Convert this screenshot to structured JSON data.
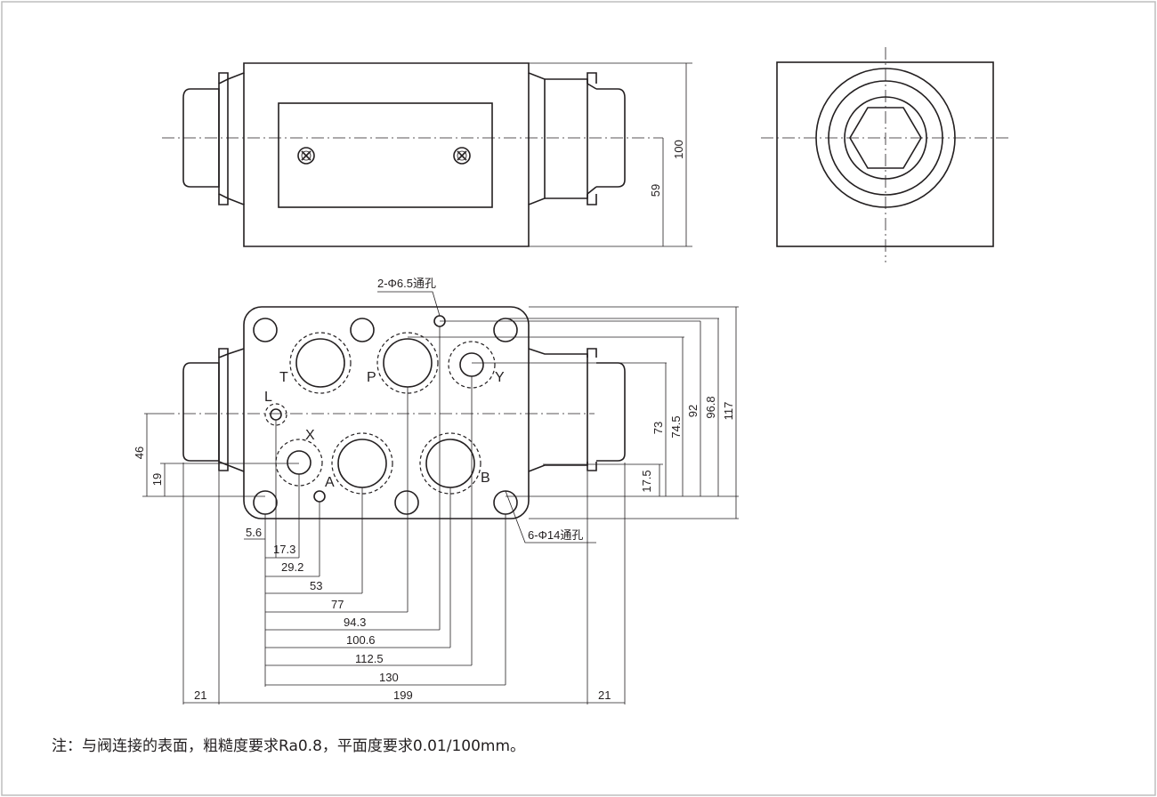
{
  "callouts": {
    "hole_small": "2-Φ6.5通孔",
    "hole_large": "6-Φ14通孔"
  },
  "ports": {
    "T": "T",
    "P": "P",
    "Y": "Y",
    "L": "L",
    "X": "X",
    "A": "A",
    "B": "B"
  },
  "dimensions": {
    "front_height": "100",
    "front_center": "59",
    "right_73": "73",
    "right_74_5": "74.5",
    "right_92": "92",
    "right_96_8": "96.8",
    "right_117": "117",
    "right_17_5": "17.5",
    "left_46": "46",
    "left_19": "19",
    "bottom_5_6": "5.6",
    "bottom_17_3": "17.3",
    "bottom_29_2": "29.2",
    "bottom_53": "53",
    "bottom_77": "77",
    "bottom_94_3": "94.3",
    "bottom_100_6": "100.6",
    "bottom_112_5": "112.5",
    "bottom_130": "130",
    "overall_199": "199",
    "end_left_21": "21",
    "end_right_21": "21"
  },
  "note": "注：与阀连接的表面，粗糙度要求Ra0.8，平面度要求0.01/100mm。"
}
